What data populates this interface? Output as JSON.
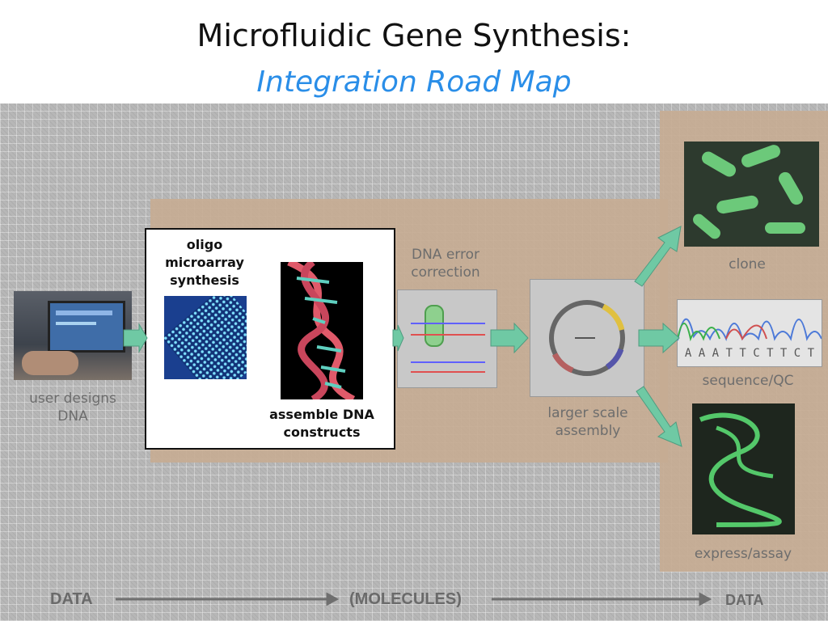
{
  "title": "Microfluidic Gene Synthesis:",
  "subtitle": "Integration Road Map",
  "steps": {
    "user": "user designs DNA",
    "oligo": "oligo microarray synthesis",
    "assemble": "assemble DNA constructs",
    "error": "DNA error correction",
    "larger": "larger scale assembly",
    "clone": "clone",
    "sequence": "sequence/QC",
    "express": "express/assay"
  },
  "sequence_letters": "A A A T T C T T C T",
  "axis": {
    "left": "DATA",
    "middle": "(MOLECULES)",
    "right": "DATA"
  },
  "colors": {
    "title": "#111111",
    "subtitle": "#2a8ee8",
    "band": "#c6ab92",
    "arrow": "#6fc9a4"
  }
}
